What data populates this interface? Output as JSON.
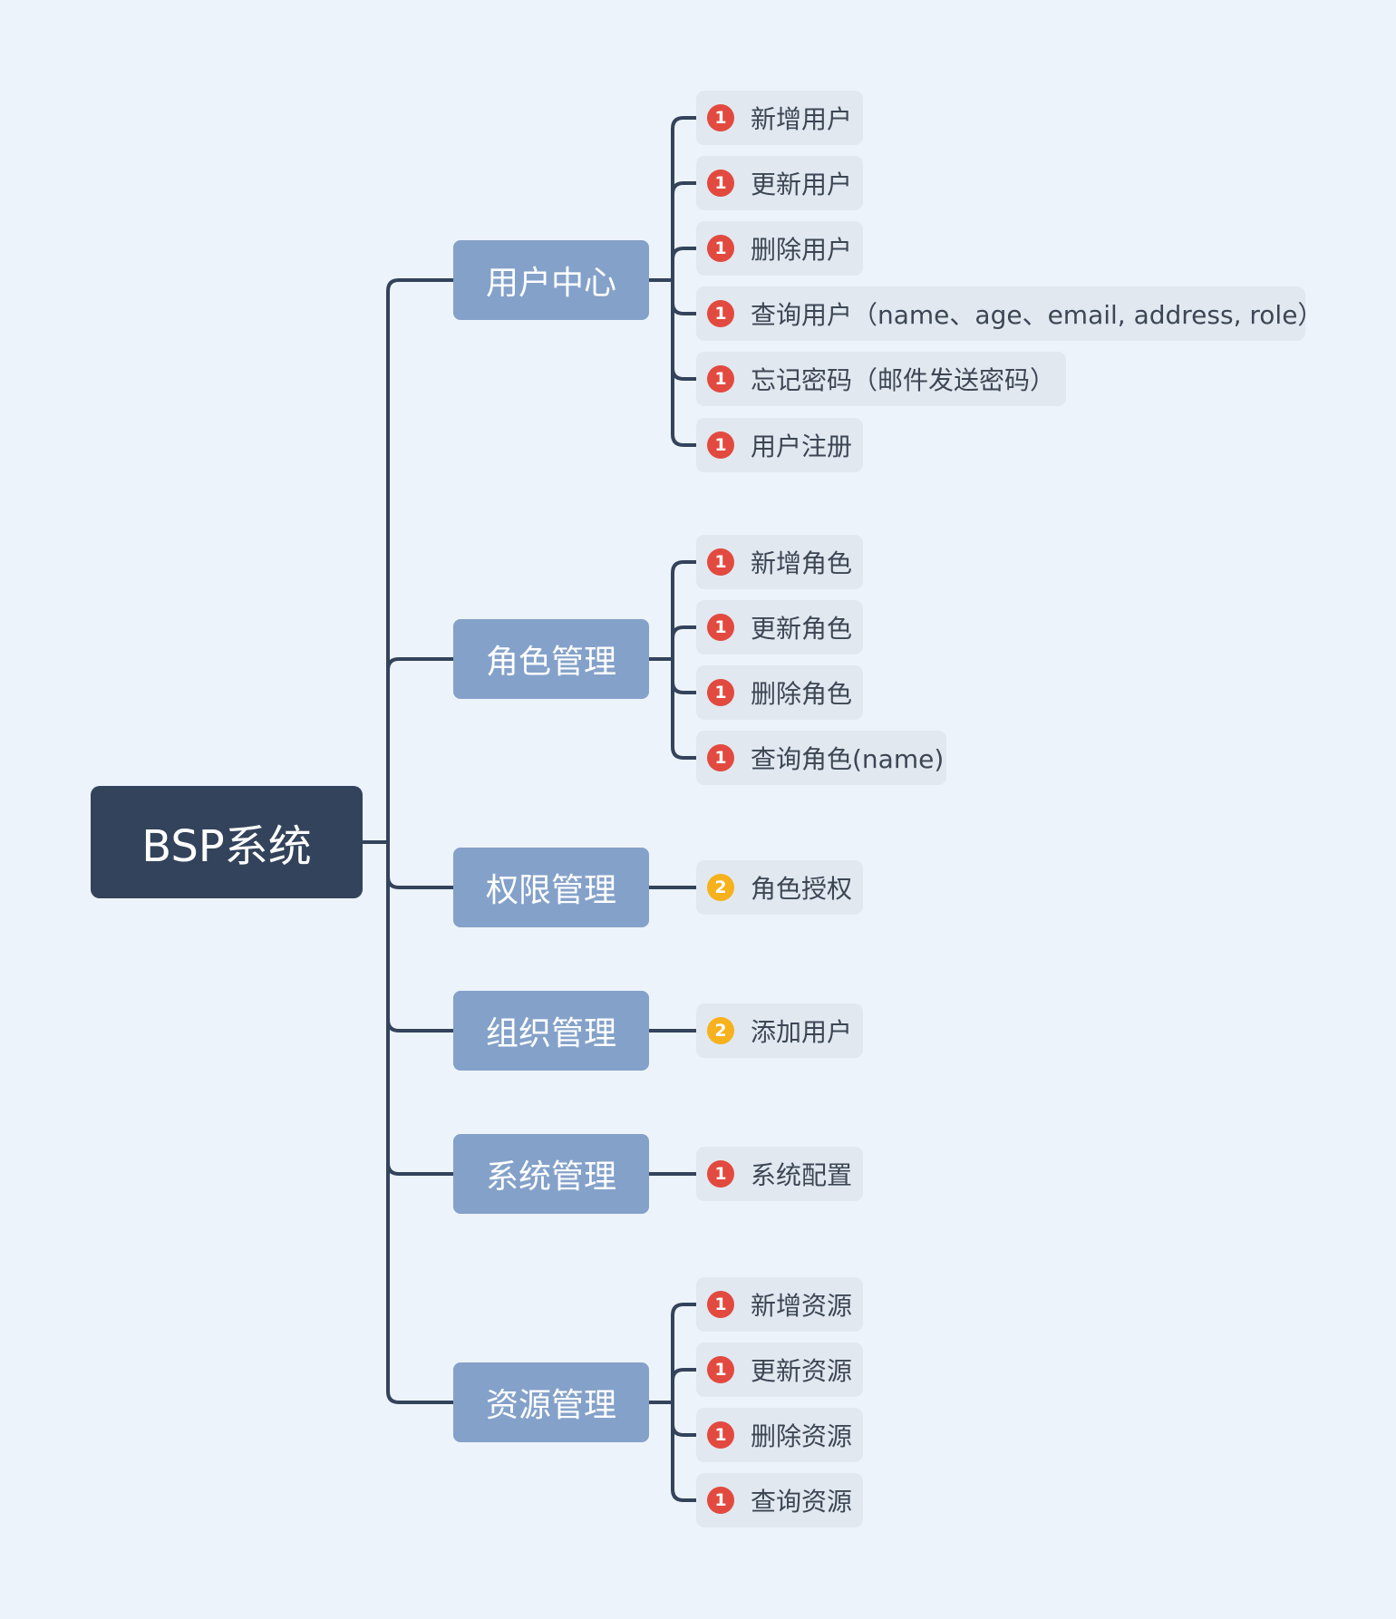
{
  "root": {
    "label": "BSP系统"
  },
  "colors": {
    "background": "#edf3fa",
    "root_fill": "#33435b",
    "branch_fill": "#84a1c9",
    "leaf_fill": "#e1e8f0",
    "connector": "#33435b",
    "priority_1": "#e24a3f",
    "priority_2": "#f6b11c"
  },
  "branches": [
    {
      "label": "用户中心",
      "children": [
        {
          "label": "新增用户",
          "priority": "1",
          "icon": "priority-1-icon"
        },
        {
          "label": "更新用户",
          "priority": "1",
          "icon": "priority-1-icon"
        },
        {
          "label": "删除用户",
          "priority": "1",
          "icon": "priority-1-icon"
        },
        {
          "label": "查询用户（name、age、email, address, role）",
          "priority": "1",
          "icon": "priority-1-icon"
        },
        {
          "label": "忘记密码（邮件发送密码）",
          "priority": "1",
          "icon": "priority-1-icon"
        },
        {
          "label": "用户注册",
          "priority": "1",
          "icon": "priority-1-icon"
        }
      ]
    },
    {
      "label": "角色管理",
      "children": [
        {
          "label": "新增角色",
          "priority": "1",
          "icon": "priority-1-icon"
        },
        {
          "label": "更新角色",
          "priority": "1",
          "icon": "priority-1-icon"
        },
        {
          "label": "删除角色",
          "priority": "1",
          "icon": "priority-1-icon"
        },
        {
          "label": "查询角色(name)",
          "priority": "1",
          "icon": "priority-1-icon"
        }
      ]
    },
    {
      "label": "权限管理",
      "children": [
        {
          "label": "角色授权",
          "priority": "2",
          "icon": "priority-2-icon"
        }
      ]
    },
    {
      "label": "组织管理",
      "children": [
        {
          "label": "添加用户",
          "priority": "2",
          "icon": "priority-2-icon"
        }
      ]
    },
    {
      "label": "系统管理",
      "children": [
        {
          "label": "系统配置",
          "priority": "1",
          "icon": "priority-1-icon"
        }
      ]
    },
    {
      "label": "资源管理",
      "children": [
        {
          "label": "新增资源",
          "priority": "1",
          "icon": "priority-1-icon"
        },
        {
          "label": "更新资源",
          "priority": "1",
          "icon": "priority-1-icon"
        },
        {
          "label": "删除资源",
          "priority": "1",
          "icon": "priority-1-icon"
        },
        {
          "label": "查询资源",
          "priority": "1",
          "icon": "priority-1-icon"
        }
      ]
    }
  ]
}
